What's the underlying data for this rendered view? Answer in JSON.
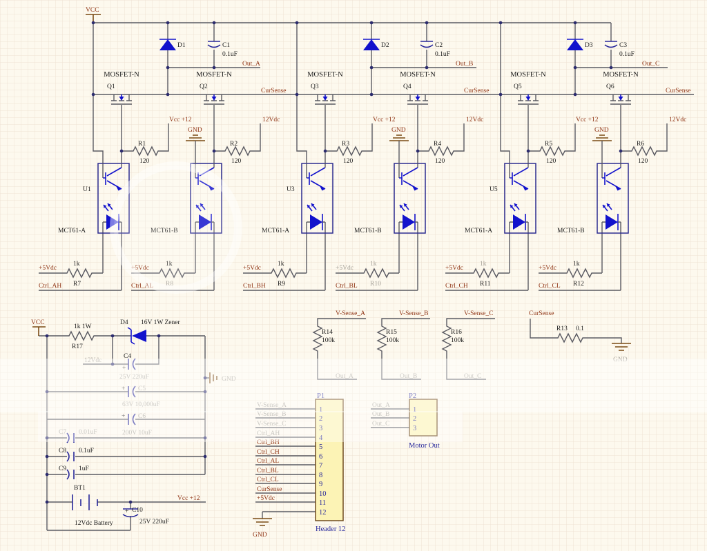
{
  "schematic": {
    "vcc_top": "VCC",
    "phases": [
      {
        "out": "Out_A",
        "cursense": "CurSense",
        "d": "D1",
        "c": "C1",
        "c_val": "0.1uF",
        "hi": {
          "type": "MOSFET-N",
          "q": "Q1",
          "r": "R1",
          "r_val": "120",
          "net": "Vcc +12",
          "u": "U1",
          "opto": "MCT61-A",
          "rled": "R7",
          "rled_val": "1k",
          "supply": "+5Vdc",
          "ctrl": "Ctrl_AH"
        },
        "lo": {
          "type": "MOSFET-N",
          "q": "Q2",
          "r": "R2",
          "r_val": "120",
          "net": "12Vdc",
          "gnd": "GND",
          "opto": "MCT61-B",
          "rled": "R8",
          "rled_val": "1k",
          "supply": "+5Vdc",
          "ctrl": "Ctrl_AL"
        }
      },
      {
        "out": "Out_B",
        "cursense": "CurSense",
        "d": "D2",
        "c": "C2",
        "c_val": "0.1uF",
        "hi": {
          "type": "MOSFET-N",
          "q": "Q3",
          "r": "R3",
          "r_val": "120",
          "net": "Vcc +12",
          "u": "U3",
          "opto": "MCT61-A",
          "rled": "R9",
          "rled_val": "1k",
          "supply": "+5Vdc",
          "ctrl": "Ctrl_BH"
        },
        "lo": {
          "type": "MOSFET-N",
          "q": "Q4",
          "r": "R4",
          "r_val": "120",
          "net": "12Vdc",
          "gnd": "GND",
          "opto": "MCT61-B",
          "rled": "R10",
          "rled_val": "1k",
          "supply": "+5Vdc",
          "ctrl": "Ctrl_BL"
        }
      },
      {
        "out": "Out_C",
        "cursense": "CurSense",
        "d": "D3",
        "c": "C3",
        "c_val": "0.1uF",
        "hi": {
          "type": "MOSFET-N",
          "q": "Q5",
          "r": "R5",
          "r_val": "120",
          "net": "Vcc +12",
          "u": "U5",
          "opto": "MCT61-A",
          "rled": "R11",
          "rled_val": "1k",
          "supply": "+5Vdc",
          "ctrl": "Ctrl_CH"
        },
        "lo": {
          "type": "MOSFET-N",
          "q": "Q6",
          "r": "R6",
          "r_val": "120",
          "net": "12Vdc",
          "gnd": "GND",
          "opto": "MCT61-B",
          "rled": "R12",
          "rled_val": "1k",
          "supply": "+5Vdc",
          "ctrl": "Ctrl_CL"
        }
      }
    ],
    "psu": {
      "vcc": "VCC",
      "r17": "R17",
      "r17_val": "1k 1W",
      "d4": "D4",
      "d4_val": "16V 1W Zener",
      "net12": "12Vdc",
      "plus": "+",
      "c4": "C4",
      "c4_val": "25V 220uF",
      "c5": "C5",
      "c5_val": "63V 10,000uF",
      "c6": "C6",
      "c6_val": "200V 10uF",
      "c7": "C7",
      "c7_val": "0.01uF",
      "c8": "C8",
      "c8_val": "0.1uF",
      "c9": "C9",
      "c9_val": "1uF",
      "bt": "BT1",
      "bt_val": "12Vdc Battery",
      "c10": "C10",
      "c10_val": "25V 220uF",
      "vcc12": "Vcc +12",
      "gnd": "GND"
    },
    "vsense": [
      {
        "net": "V-Sense_A",
        "r": "R14",
        "val": "100k",
        "out": "Out_A"
      },
      {
        "net": "V-Sense_B",
        "r": "R15",
        "val": "100k",
        "out": "Out_B"
      },
      {
        "net": "V-Sense_C",
        "r": "R16",
        "val": "100k",
        "out": "Out_C"
      }
    ],
    "shunt": {
      "net": "CurSense",
      "r": "R13",
      "val": "0.1",
      "gnd": "GND"
    },
    "p1": {
      "des": "P1",
      "name": "Header 12",
      "gnd": "GND",
      "pins": [
        {
          "n": "1",
          "net": "V-Sense_A"
        },
        {
          "n": "2",
          "net": "V-Sense_B"
        },
        {
          "n": "3",
          "net": "V-Sense_C"
        },
        {
          "n": "4",
          "net": "Ctrl_AH"
        },
        {
          "n": "5",
          "net": "Ctrl_BH"
        },
        {
          "n": "6",
          "net": "Ctrl_CH"
        },
        {
          "n": "7",
          "net": "Ctrl_AL"
        },
        {
          "n": "8",
          "net": "Ctrl_BL"
        },
        {
          "n": "9",
          "net": "Ctrl_CL"
        },
        {
          "n": "10",
          "net": "CurSense"
        },
        {
          "n": "11",
          "net": "+5Vdc"
        },
        {
          "n": "12",
          "net": ""
        }
      ]
    },
    "p2": {
      "des": "P2",
      "name": "Motor Out",
      "pins": [
        {
          "n": "1",
          "net": "Out_A"
        },
        {
          "n": "2",
          "net": "Out_B"
        },
        {
          "n": "3",
          "net": "Out_C"
        }
      ]
    }
  }
}
